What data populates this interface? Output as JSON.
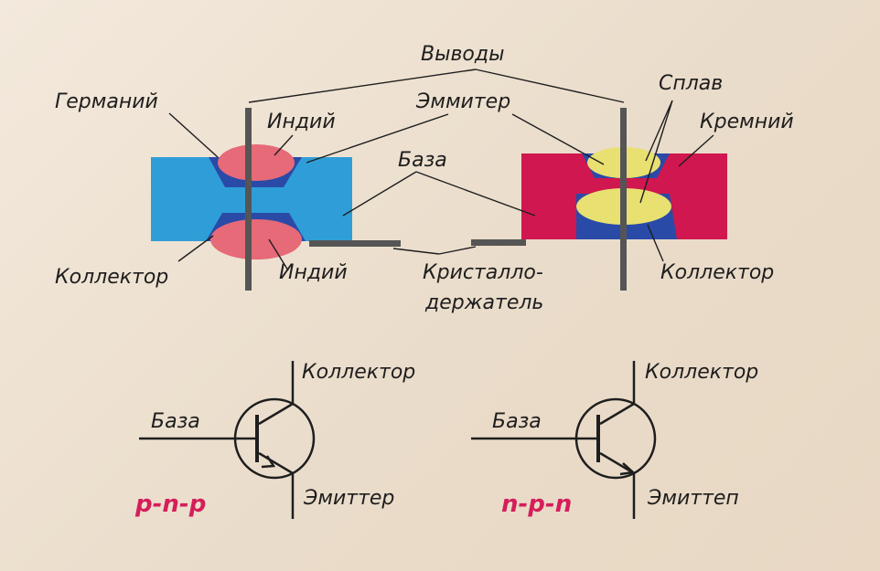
{
  "colors": {
    "germanium": "#2f9ed8",
    "silicon": "#d0174f",
    "indium_pink": "#e66a78",
    "alloy_yellow": "#e8e070",
    "blue_band": "#2a4aa8",
    "lead_grey": "#555555",
    "type_label": "#d41e5a",
    "paper": "#efe4d6",
    "ink": "#1e1e1e"
  },
  "labels": {
    "leads": "Выводы",
    "germanium": "Германий",
    "indium_top": "Индий",
    "emitter": "Эммитер",
    "alloy": "Сплав",
    "silicon": "Кремний",
    "base": "База",
    "collector_left": "Коллектор",
    "indium_bottom": "Индий",
    "crystal_holder_1": "Кристалло-",
    "crystal_holder_2": "держатель",
    "collector_right": "Коллектор"
  },
  "symbols": [
    {
      "type": "p-n-p",
      "collector": "Коллектор",
      "base": "База",
      "emitter": "Эмиттер"
    },
    {
      "type": "n-p-n",
      "collector": "Коллектор",
      "base": "База",
      "emitter": "Эмиттеп"
    }
  ]
}
